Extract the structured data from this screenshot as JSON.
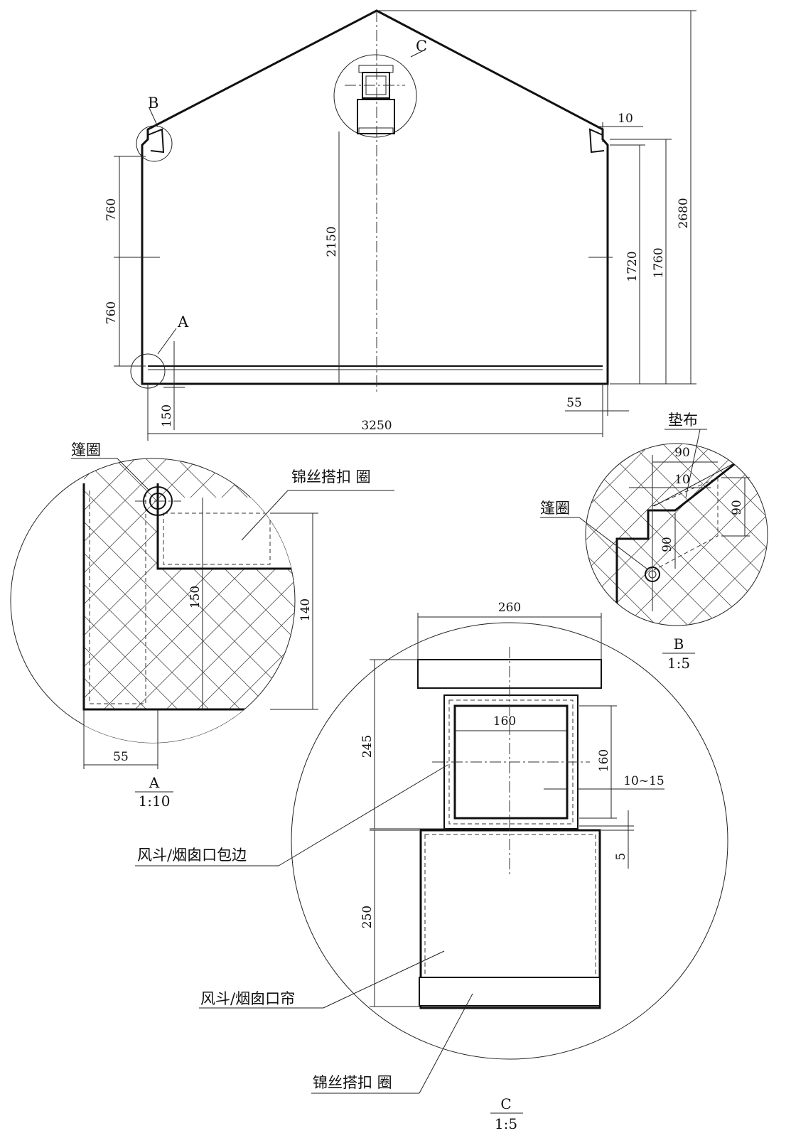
{
  "main_view": {
    "label_b": "B",
    "label_c": "C",
    "label_a": "A",
    "dims": {
      "d760_top": "760",
      "d760_bottom": "760",
      "d2150": "2150",
      "d10": "10",
      "d1720": "1720",
      "d1760": "1760",
      "d2680": "2680",
      "d55": "55",
      "d150": "150",
      "d3250": "3250"
    }
  },
  "detail_a": {
    "label_grommet": "篷圈",
    "label_velcro": "锦丝搭扣 圈",
    "dims": {
      "d150": "150",
      "d140": "140",
      "d55": "55"
    },
    "title_letter": "A",
    "title_scale": "1:10"
  },
  "detail_b": {
    "label_cloth": "垫布",
    "label_grommet": "篷圈",
    "dims": {
      "d90_top": "90",
      "d10": "10",
      "d90_right": "90",
      "d90_vertical": "90"
    },
    "title_letter": "B",
    "title_scale": "1:5"
  },
  "detail_c": {
    "dims": {
      "d260": "260",
      "d160_h": "160",
      "d160_v": "160",
      "d245": "245",
      "d10_15": "10~15",
      "d5": "5",
      "d250": "250"
    },
    "label_edge": "风斗/烟囱口包边",
    "label_curtain": "风斗/烟囱口帘",
    "label_velcro": "锦丝搭扣 圈",
    "title_letter": "C",
    "title_scale": "1:5"
  }
}
